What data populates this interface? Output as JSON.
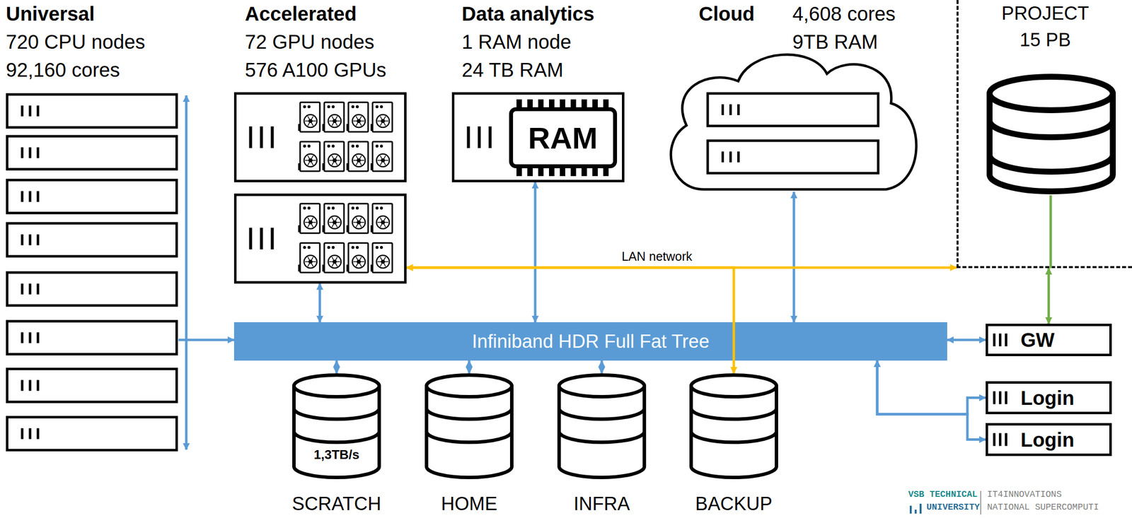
{
  "diagram": {
    "nodes": [
      {
        "text": [
          "Universal",
          "720 CPU nodes 92,160 cores"
        ]
      },
      {
        "text": [
          "Accelerated",
          "72 GPU nodes 576 A100 GPUs"
        ]
      },
      {
        "text": [
          "Data analytics",
          "1 RAM node 24 TB RAM"
        ]
      },
      {
        "text": [
          "Cloud",
          "4,608 cores 9TB RAM"
        ]
      },
      {
        "text": [
          "PROJECT 15 PB"
        ]
      },
      {
        "text": [
          "Infiniband HDR Full Fat Tree"
        ]
      },
      {
        "text": [
          "1,3TB/s",
          "SCRATCH"
        ]
      },
      {
        "text": [
          "HOME"
        ]
      },
      {
        "text": [
          "INFRA"
        ]
      },
      {
        "text": [
          "BACKUP"
        ]
      },
      {
        "text": [
          "GW"
        ]
      },
      {
        "text": [
          "Login"
        ]
      },
      {
        "text": [
          "Login"
        ]
      }
    ],
    "edges": [
      {
        "from": 0,
        "to": 5,
        "arrow": "to"
      },
      {
        "from": 1,
        "to": 5,
        "arrow": "both"
      },
      {
        "from": 2,
        "to": 5,
        "arrow": "both"
      },
      {
        "from": 3,
        "to": 5,
        "arrow": "both"
      },
      {
        "from": 1,
        "to": 4,
        "label": "LAN network",
        "arrow": "both"
      },
      {
        "from": 1,
        "to": 9,
        "arrow": "both"
      },
      {
        "from": 5,
        "to": 6,
        "arrow": "both"
      },
      {
        "from": 5,
        "to": 7,
        "arrow": "both"
      },
      {
        "from": 5,
        "to": 8,
        "arrow": "both"
      },
      {
        "from": 5,
        "to": 10,
        "arrow": "both"
      },
      {
        "from": 10,
        "to": 4,
        "arrow": "both"
      },
      {
        "from": 5,
        "to": 11,
        "arrow": "both"
      },
      {
        "from": 5,
        "to": 12,
        "arrow": "both"
      }
    ],
    "labels": [
      "RAM",
      "VSB TECHNICAL",
      "UNIVERSITY",
      "IT4INNOVATIONS",
      "NATIONAL SUPERCOMPUTI"
    ]
  }
}
